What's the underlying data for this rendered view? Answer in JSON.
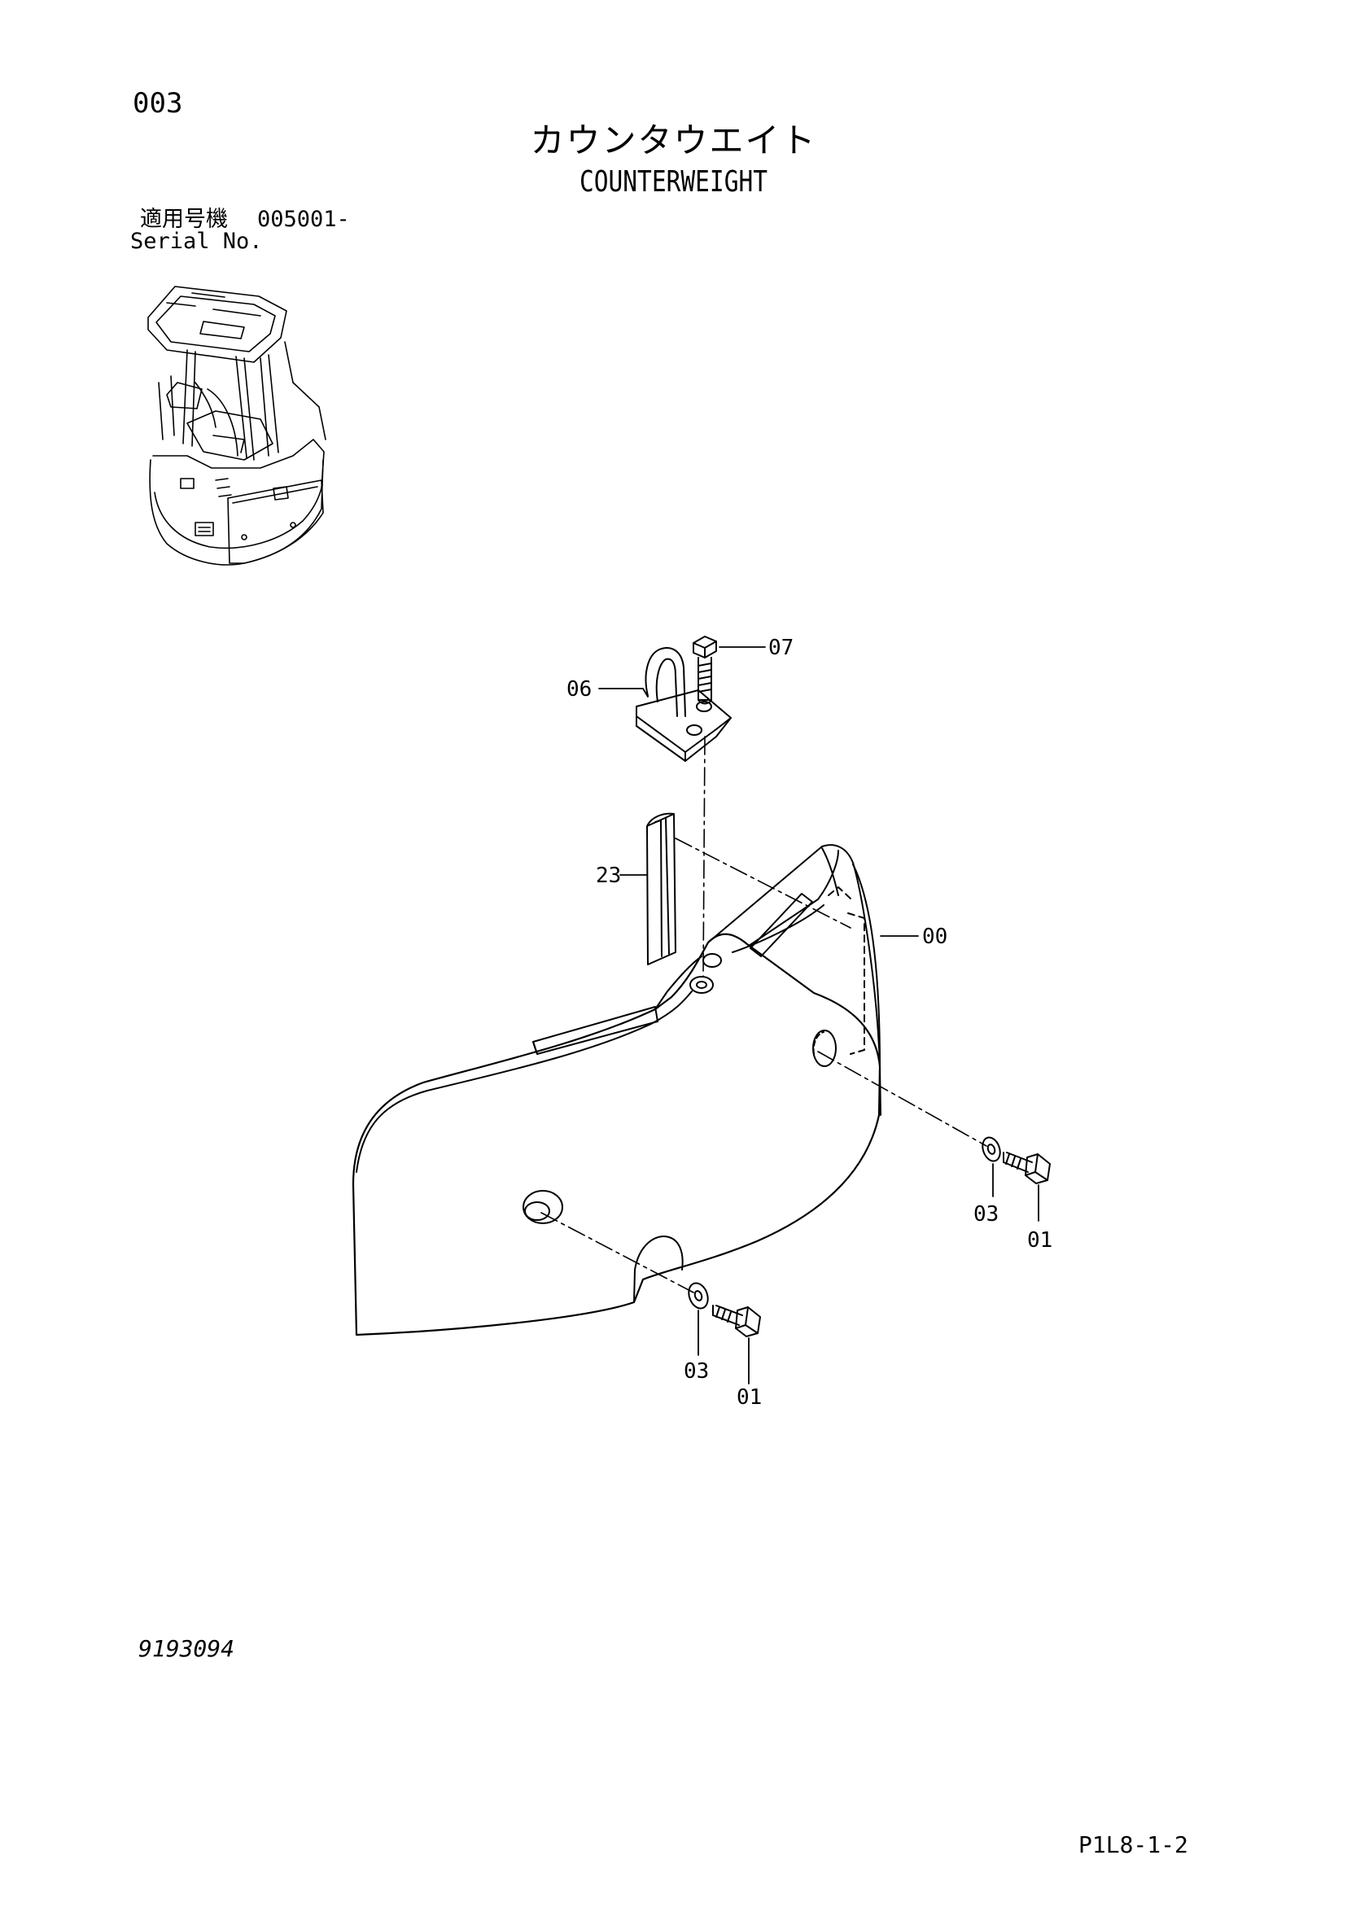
{
  "header": {
    "page_number": "003",
    "title_ja": "カウンタウエイト",
    "title_en": "COUNTERWEIGHT",
    "serial_label_ja": "適用号機",
    "serial_value": "005001-",
    "serial_label_en": "Serial No."
  },
  "diagram": {
    "part_labels": {
      "p07": "07",
      "p06": "06",
      "p23": "23",
      "p00": "00",
      "p03_right": "03",
      "p01_right": "01",
      "p03_bottom": "03",
      "p01_bottom": "01"
    }
  },
  "footer": {
    "drawing_number": "9193094",
    "sheet_id": "P1L8-1-2"
  }
}
